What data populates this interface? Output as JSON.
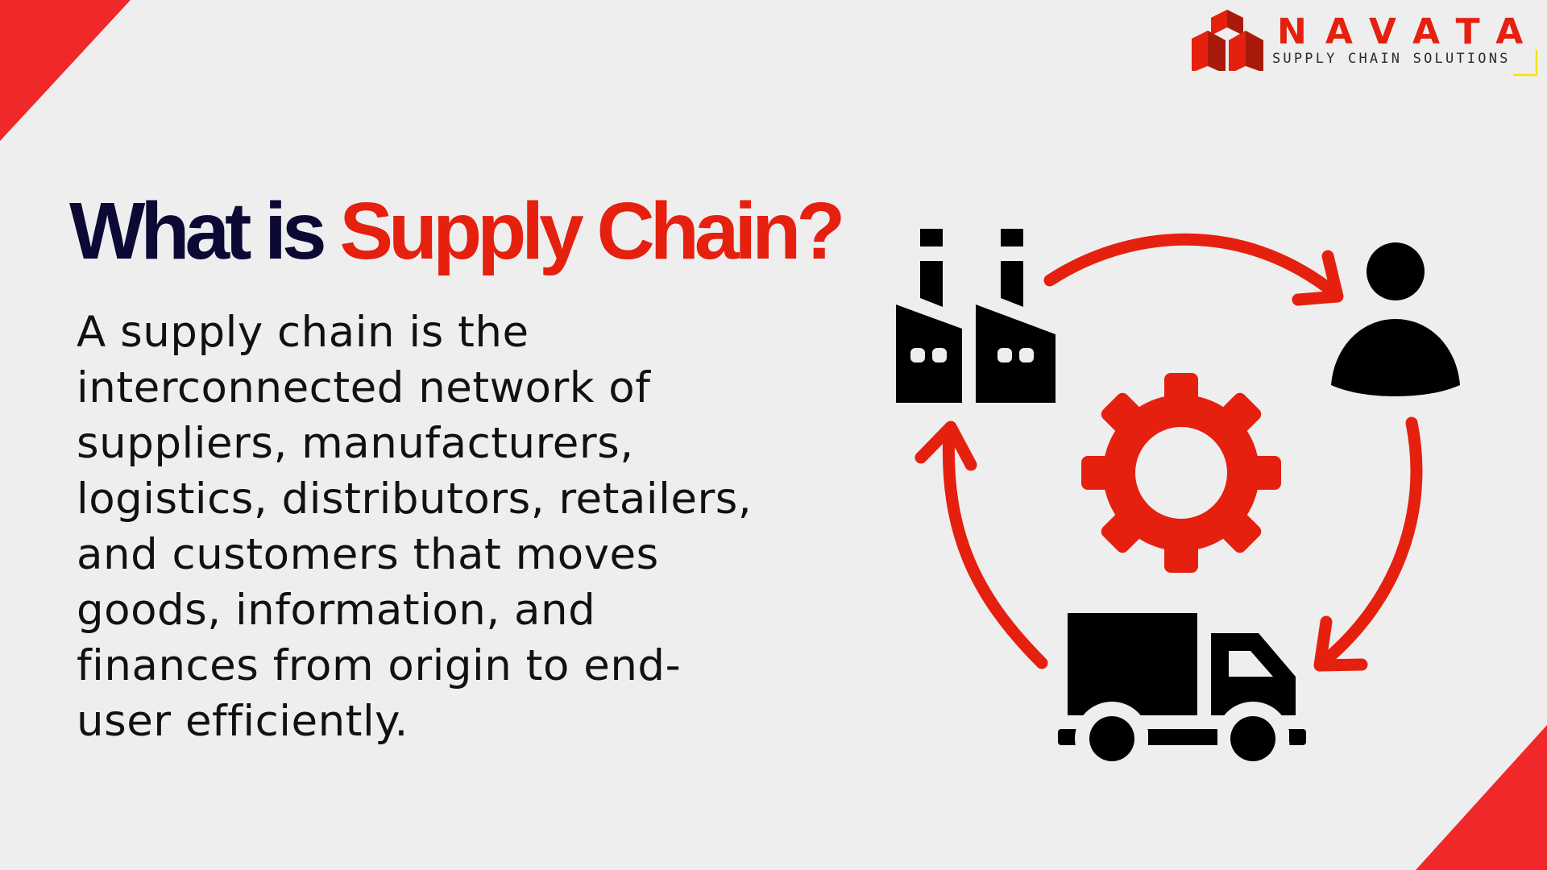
{
  "colors": {
    "background": "#eeeeee",
    "accent_red": "#f0282a",
    "title_red": "#e5200f",
    "title_navy": "#0c0a35",
    "icon_black": "#000000",
    "logo_dark_red": "#a81a0a",
    "logo_bracket_yellow": "#f5e400"
  },
  "logo": {
    "name": "NAVATA",
    "tagline": "SUPPLY CHAIN SOLUTIONS",
    "icon": "stacked-cubes-icon"
  },
  "headline": {
    "part1": "What is ",
    "part2": "Supply Chain?"
  },
  "description": {
    "lines": [
      "A supply chain is the",
      "interconnected network of",
      "suppliers, manufacturers,",
      "logistics, distributors, retailers,",
      "and customers that moves",
      "goods, information, and",
      "finances from origin to end-",
      "user efficiently."
    ]
  },
  "diagram": {
    "nodes": [
      {
        "id": "factory",
        "icon": "factory-icon"
      },
      {
        "id": "customer",
        "icon": "person-icon"
      },
      {
        "id": "truck",
        "icon": "truck-icon"
      },
      {
        "id": "process",
        "icon": "gear-icon"
      }
    ],
    "arrows": [
      {
        "from": "factory",
        "to": "customer"
      },
      {
        "from": "customer",
        "to": "truck"
      },
      {
        "from": "truck",
        "to": "factory"
      }
    ]
  }
}
